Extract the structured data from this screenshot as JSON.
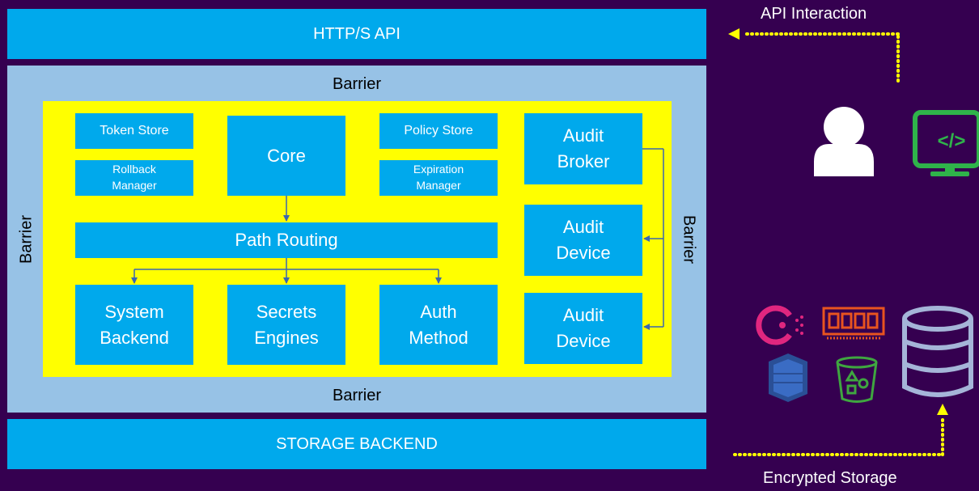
{
  "layers": {
    "api": "HTTP/S API",
    "storage": "STORAGE BACKEND",
    "barrier_top": "Barrier",
    "barrier_bottom": "Barrier",
    "barrier_left": "Barrier",
    "barrier_right": "Barrier"
  },
  "components": {
    "token_store": "Token Store",
    "rollback_line1": "Rollback",
    "rollback_line2": "Manager",
    "core": "Core",
    "policy_store": "Policy Store",
    "expiration_line1": "Expiration",
    "expiration_line2": "Manager",
    "audit_broker_line1": "Audit",
    "audit_broker_line2": "Broker",
    "path_routing": "Path Routing",
    "audit_device_1_line1": "Audit",
    "audit_device_1_line2": "Device",
    "system_backend_line1": "System",
    "system_backend_line2": "Backend",
    "secrets_engines_line1": "Secrets",
    "secrets_engines_line2": "Engines",
    "auth_method_line1": "Auth",
    "auth_method_line2": "Method",
    "audit_device_2_line1": "Audit",
    "audit_device_2_line2": "Device"
  },
  "side": {
    "api_interaction": "API Interaction",
    "encrypted_storage": "Encrypted Storage"
  },
  "icons": [
    "user-icon",
    "code-monitor-icon",
    "consul-icon",
    "memory-icon",
    "dynamodb-icon",
    "s3-bucket-icon",
    "database-icon"
  ],
  "colors": {
    "background": "#350050",
    "component": "#00a9ec",
    "barrier": "#97c2e6",
    "inner": "#ffff00",
    "arrow": "#3a66b0",
    "dotted": "#ffff00",
    "monitor": "#2fb34a",
    "consul": "#e0267f",
    "memory": "#e8541f",
    "dynamodb": "#3a6cc4",
    "s3": "#3fa640",
    "database": "#a5b5d8"
  }
}
